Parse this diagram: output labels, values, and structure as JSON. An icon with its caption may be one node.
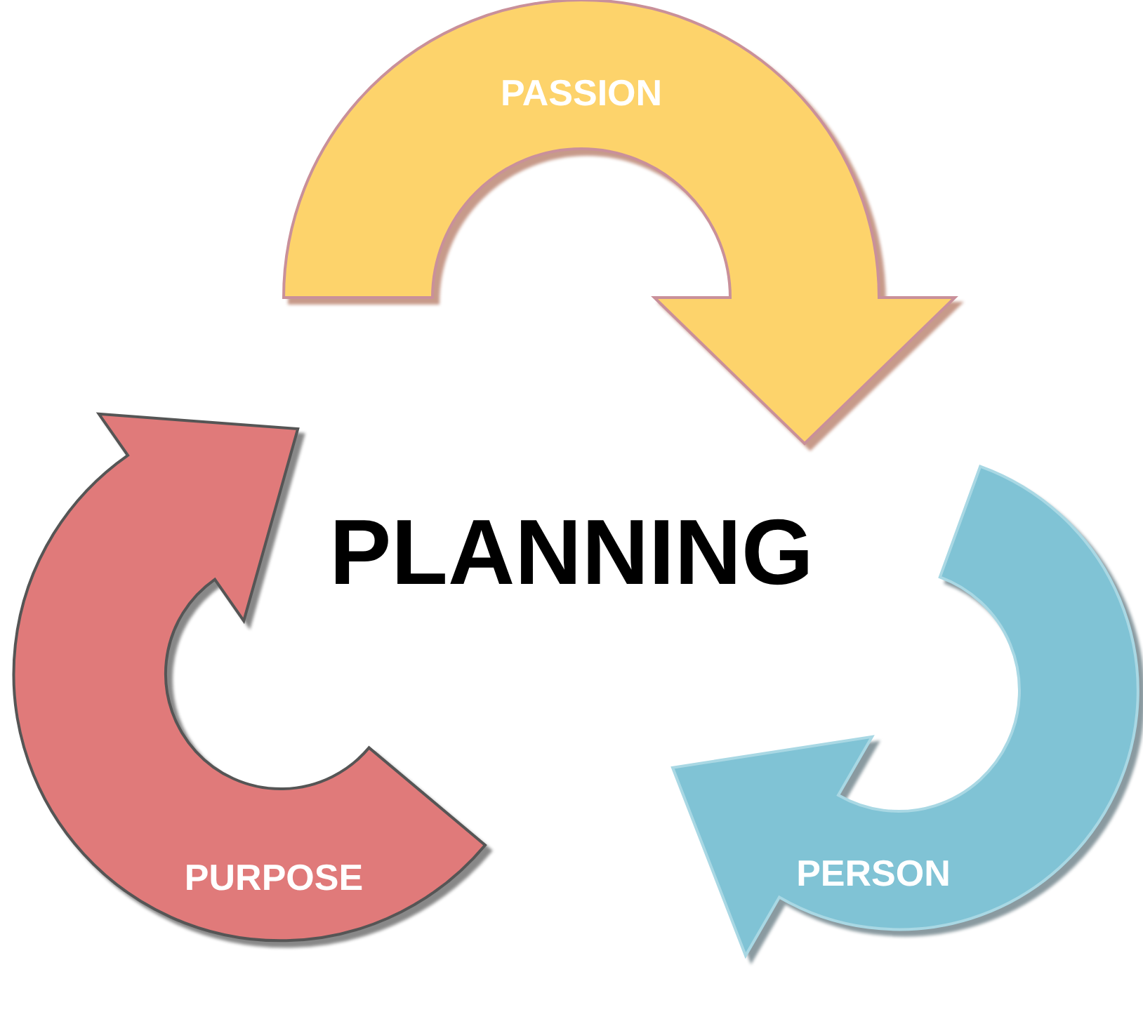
{
  "diagram": {
    "title": "PLANNING",
    "nodes": [
      {
        "text": [
          "PASSION"
        ]
      },
      {
        "text": [
          "PERSON"
        ]
      },
      {
        "text": [
          "PURPOSE"
        ]
      }
    ]
  }
}
